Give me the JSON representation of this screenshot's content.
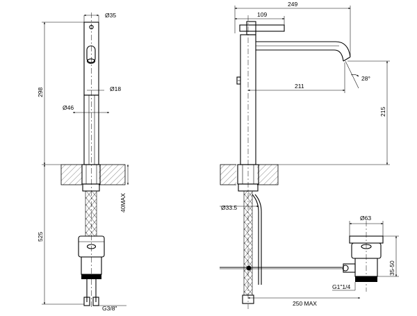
{
  "drawing": {
    "front_view": {
      "dim_head_diameter": "Ø35",
      "dim_spout_diameter": "Ø18",
      "dim_body_diameter": "Ø46",
      "dim_total_height": "298",
      "dim_tail_length": "525",
      "dim_max_thickness": "40MAX",
      "dim_thread": "G3/8\""
    },
    "side_view": {
      "dim_overall_length": "249",
      "dim_lever_length": "109",
      "dim_reach": "211",
      "dim_angle": "28°",
      "dim_spout_height": "215",
      "dim_pipe_diameter": "Ø33.5",
      "dim_rod_length": "250  MAX"
    },
    "waste_view": {
      "dim_waste_diameter": "Ø63",
      "dim_waste_height": "35-50",
      "dim_waste_thread": "G1\"1/4"
    }
  }
}
